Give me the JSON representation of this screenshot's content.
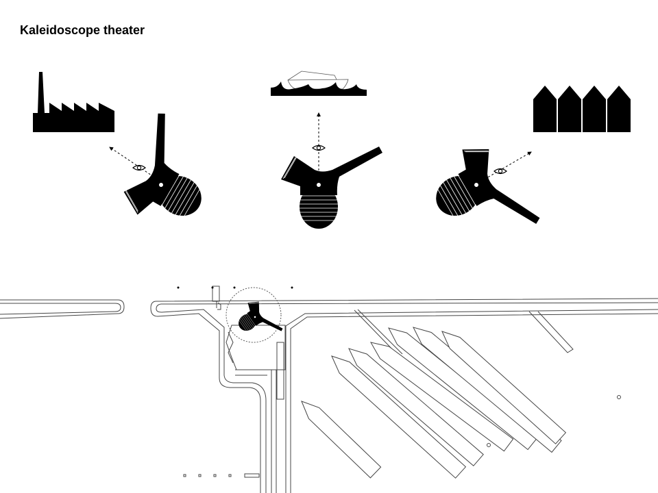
{
  "title": "Kaleidoscope theater",
  "colors": {
    "ink": "#000000",
    "paper": "#ffffff",
    "line": "#444444"
  },
  "views": [
    {
      "name": "factory-view",
      "target_icon": "factory-icon",
      "rotation_deg": -60
    },
    {
      "name": "sea-view",
      "target_icon": "boat-waves-icon",
      "rotation_deg": 0
    },
    {
      "name": "houses-view",
      "target_icon": "houses-icon",
      "rotation_deg": 60
    }
  ]
}
